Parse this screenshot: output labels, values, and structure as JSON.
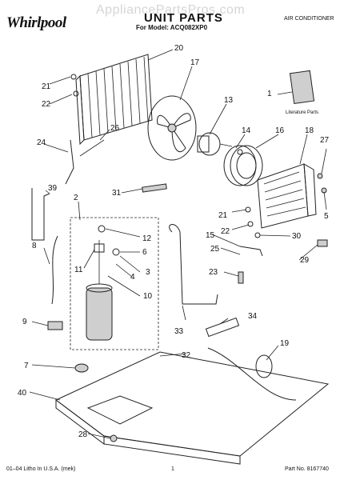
{
  "header": {
    "brand": "Whirlpool",
    "watermark": "AppliancePartsPros.com",
    "title": "UNIT PARTS",
    "model_line": "For Model: ACQ082XP0",
    "category": "AIR CONDITIONER"
  },
  "literature_label": "Literature Parts",
  "callouts": [
    "1",
    "2",
    "3",
    "4",
    "5",
    "6",
    "7",
    "8",
    "9",
    "10",
    "11",
    "12",
    "13",
    "14",
    "15",
    "16",
    "17",
    "18",
    "19",
    "20",
    "21",
    "21",
    "22",
    "22",
    "23",
    "24",
    "25",
    "26",
    "27",
    "28",
    "29",
    "30",
    "31",
    "32",
    "33",
    "34",
    "39",
    "40"
  ],
  "footer": {
    "left": "01–04 Litho In U.S.A. (mek)",
    "page": "1",
    "part_no": "Part No. 8167740"
  }
}
